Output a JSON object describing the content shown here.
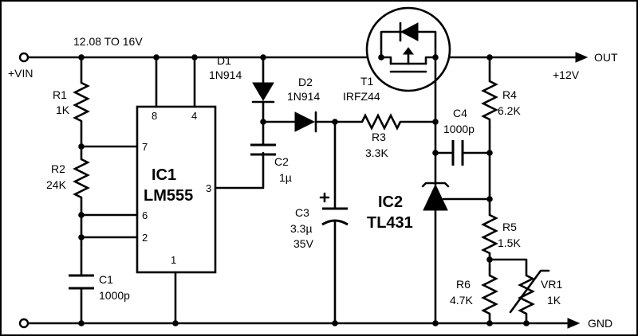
{
  "labels": {
    "vin": "+VIN",
    "supply_range": "12.08 TO 16V",
    "out": "OUT",
    "out_voltage": "+12V",
    "gnd": "GND"
  },
  "components": {
    "r1": {
      "ref": "R1",
      "value": "1K"
    },
    "r2": {
      "ref": "R2",
      "value": "24K"
    },
    "c1": {
      "ref": "C1",
      "value": "1000p"
    },
    "ic1": {
      "ref": "IC1",
      "part": "LM555",
      "pins": {
        "p8": "8",
        "p4": "4",
        "p7": "7",
        "p6": "6",
        "p2": "2",
        "p3": "3",
        "p1": "1"
      }
    },
    "d1": {
      "ref": "D1",
      "part": "1N914"
    },
    "d2": {
      "ref": "D2",
      "part": "1N914"
    },
    "c2": {
      "ref": "C2",
      "value": "1µ"
    },
    "c3": {
      "ref": "C3",
      "value": "3.3µ",
      "voltage": "35V"
    },
    "r3": {
      "ref": "R3",
      "value": "3.3K"
    },
    "t1": {
      "ref": "T1",
      "part": "IRFZ44"
    },
    "c4": {
      "ref": "C4",
      "value": "1000p"
    },
    "ic2": {
      "ref": "IC2",
      "part": "TL431"
    },
    "r4": {
      "ref": "R4",
      "value": "6.2K"
    },
    "r5": {
      "ref": "R5",
      "value": "1.5K"
    },
    "r6": {
      "ref": "R6",
      "value": "4.7K"
    },
    "vr1": {
      "ref": "VR1",
      "value": "1K"
    }
  }
}
